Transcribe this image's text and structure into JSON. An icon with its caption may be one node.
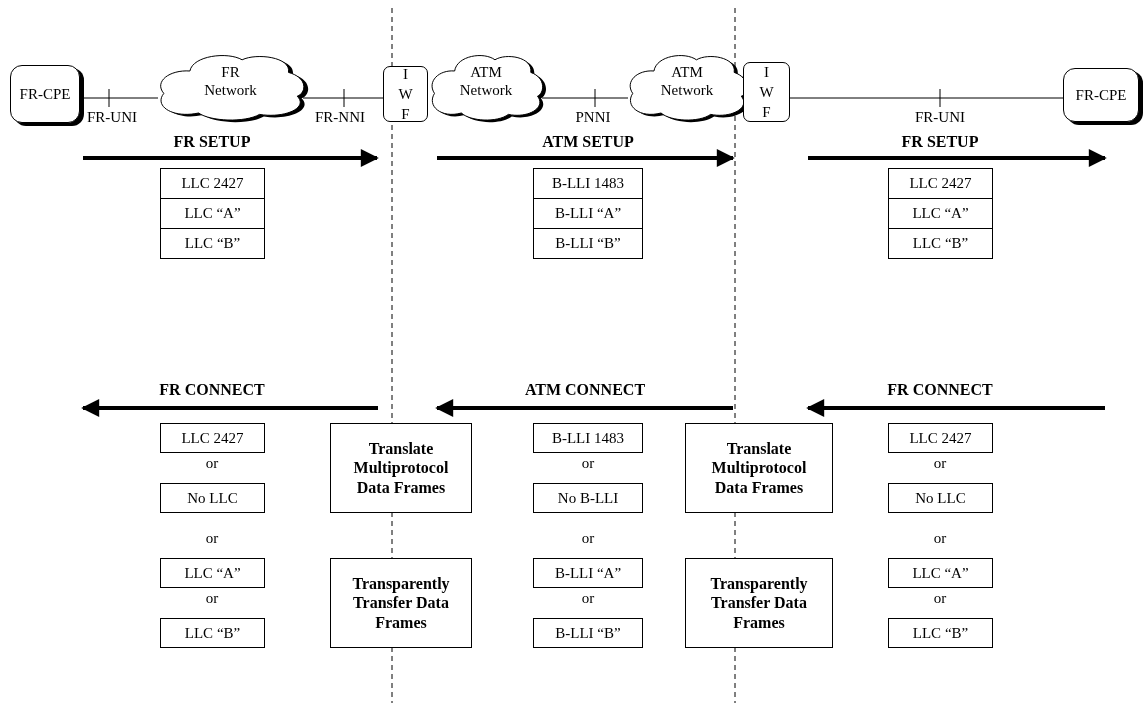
{
  "diagram": {
    "nodes": [
      {
        "text": [
          "FR-CPE"
        ]
      },
      {
        "text": [
          "FR Network"
        ]
      },
      {
        "text": [
          "I W F"
        ]
      },
      {
        "text": [
          "ATM Network"
        ]
      },
      {
        "text": [
          "ATM Network"
        ]
      },
      {
        "text": [
          "I W F"
        ]
      },
      {
        "text": [
          "FR-CPE"
        ]
      },
      {
        "text": [
          "LLC 2427"
        ]
      },
      {
        "text": [
          "LLC “A”"
        ]
      },
      {
        "text": [
          "LLC “B”"
        ]
      },
      {
        "text": [
          "B-LLI 1483"
        ]
      },
      {
        "text": [
          "B-LLI “A”"
        ]
      },
      {
        "text": [
          "B-LLI “B”"
        ]
      },
      {
        "text": [
          "LLC 2427"
        ]
      },
      {
        "text": [
          "LLC “A”"
        ]
      },
      {
        "text": [
          "LLC “B”"
        ]
      },
      {
        "text": [
          "LLC 2427"
        ]
      },
      {
        "text": [
          "No LLC"
        ]
      },
      {
        "text": [
          "LLC “A”"
        ]
      },
      {
        "text": [
          "LLC “B”"
        ]
      },
      {
        "text": [
          "Translate Multiprotocol Data Frames"
        ]
      },
      {
        "text": [
          "Transparently Transfer Data Frames"
        ]
      },
      {
        "text": [
          "B-LLI 1483"
        ]
      },
      {
        "text": [
          "No B-LLI"
        ]
      },
      {
        "text": [
          "B-LLI “A”"
        ]
      },
      {
        "text": [
          "B-LLI “B”"
        ]
      },
      {
        "text": [
          "Translate Multiprotocol Data Frames"
        ]
      },
      {
        "text": [
          "Transparently Transfer Data Frames"
        ]
      },
      {
        "text": [
          "LLC 2427"
        ]
      },
      {
        "text": [
          "No LLC"
        ]
      },
      {
        "text": [
          "LLC “A”"
        ]
      },
      {
        "text": [
          "LLC “B”"
        ]
      }
    ],
    "edges": [
      {
        "from": 0,
        "to": 1,
        "arrow": "none",
        "label": "FR-UNI"
      },
      {
        "from": 1,
        "to": 2,
        "arrow": "none",
        "label": "FR-NNI"
      },
      {
        "from": 3,
        "to": 4,
        "arrow": "none",
        "label": "PNNI"
      },
      {
        "from": 5,
        "to": 6,
        "arrow": "none",
        "label": "FR-UNI"
      }
    ],
    "labels": [
      "FR SETUP",
      "ATM SETUP",
      "FR SETUP",
      "FR CONNECT",
      "ATM CONNECT",
      "FR CONNECT",
      "or",
      "or",
      "or",
      "or",
      "or",
      "or",
      "or",
      "or",
      "or"
    ]
  }
}
